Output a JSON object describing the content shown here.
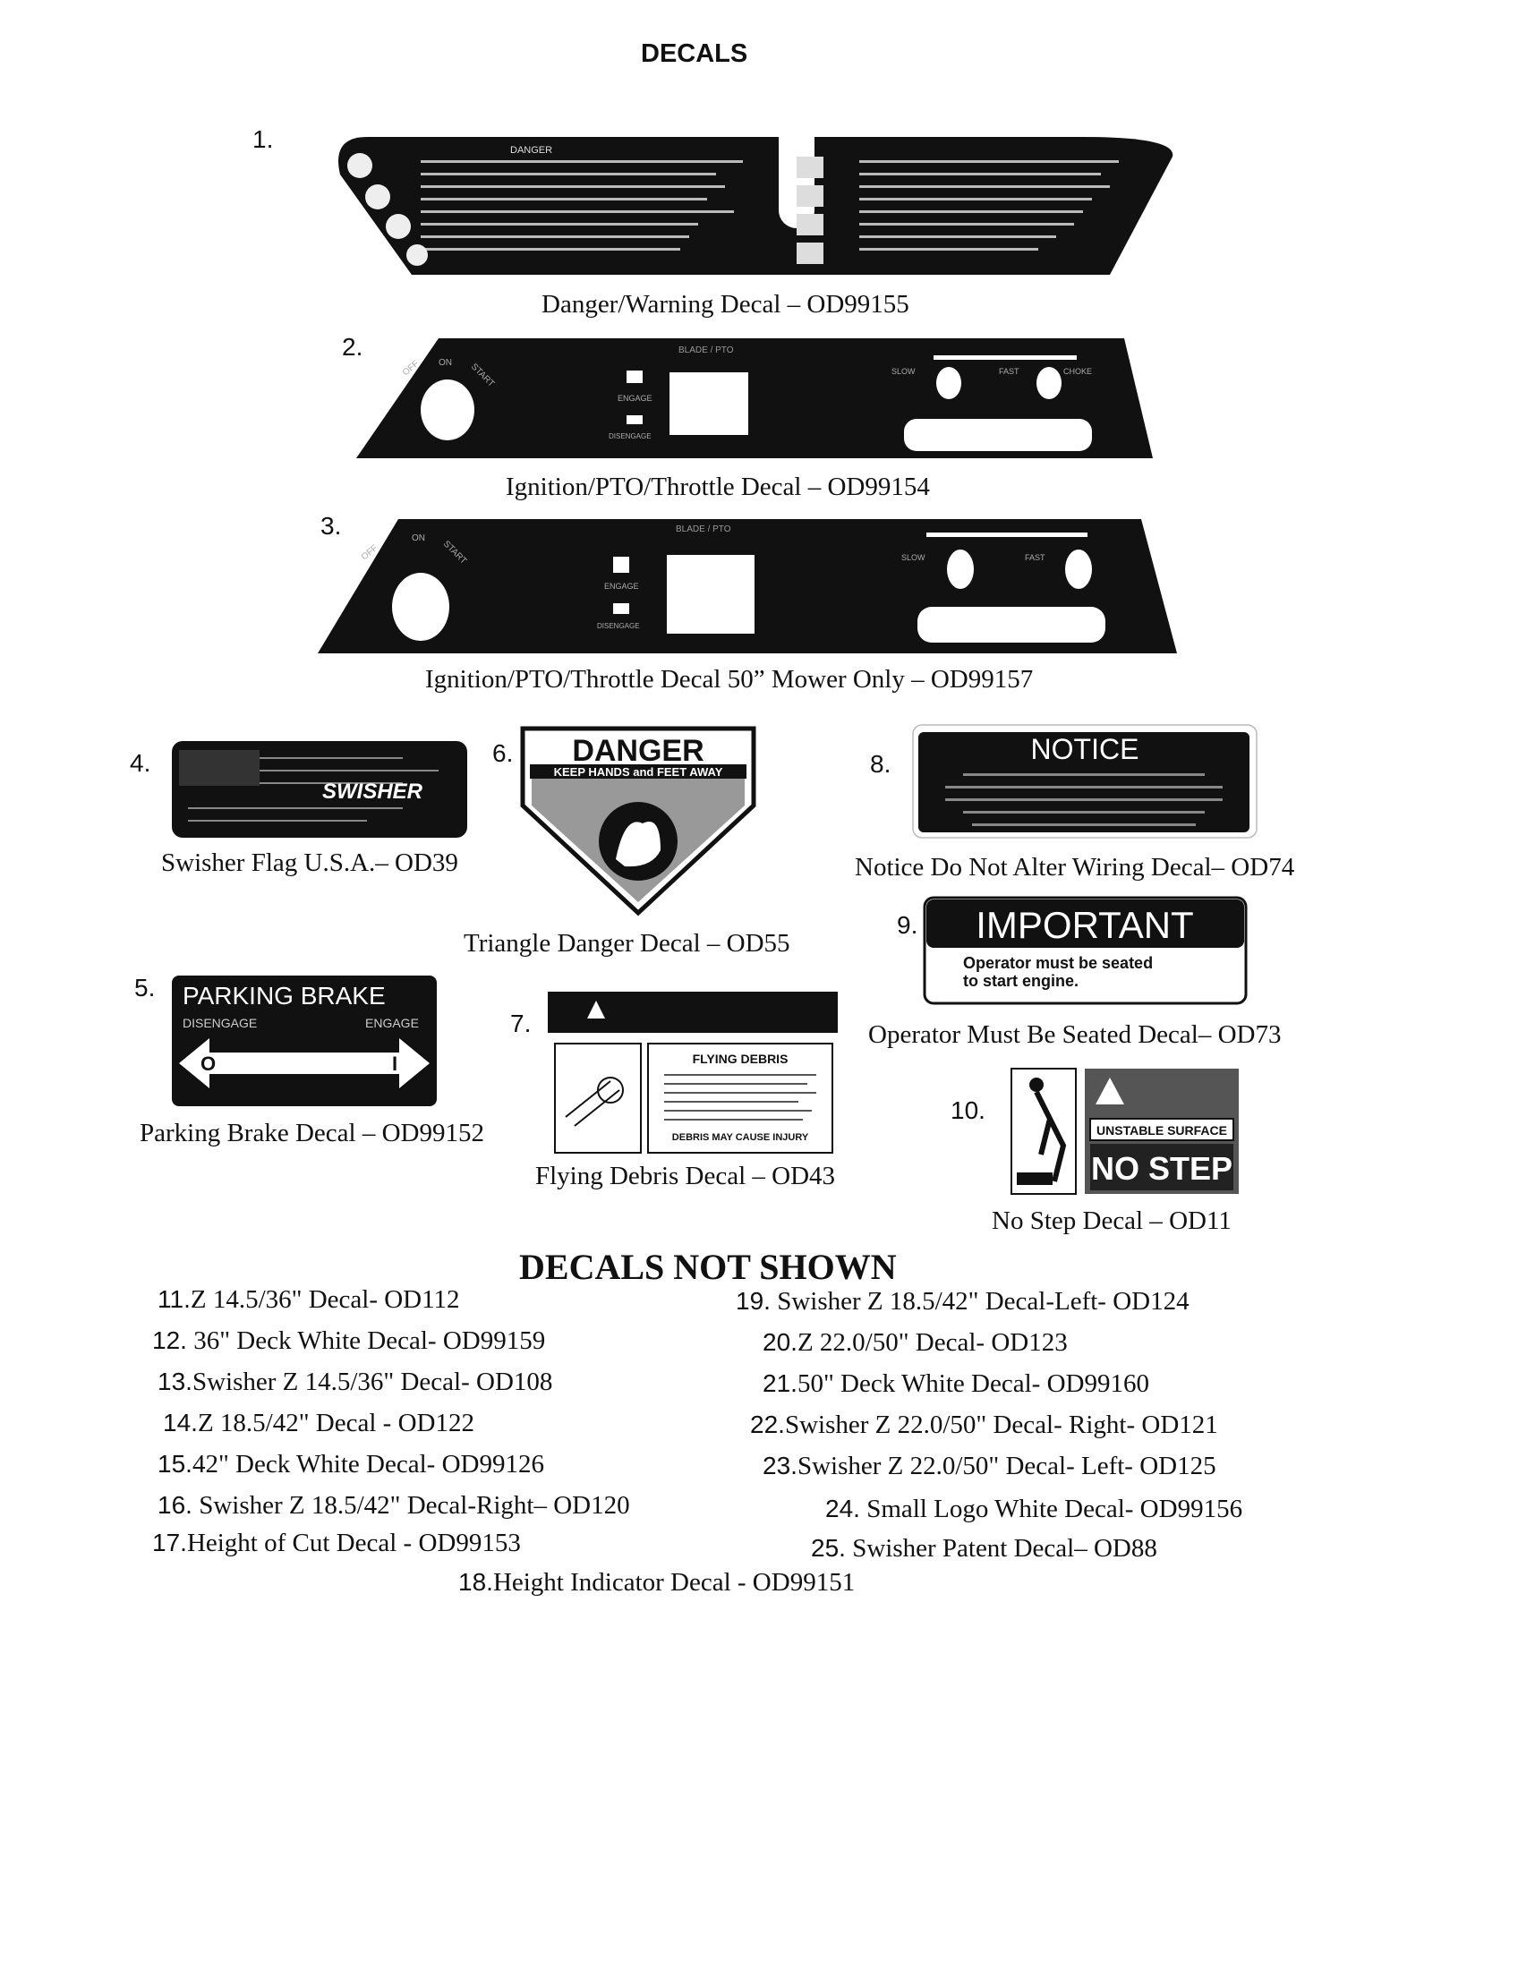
{
  "page_title": "DECALS",
  "figures": [
    {
      "num": "1.",
      "caption": "Danger/Warning Decal – OD99155",
      "decal_text": "DANGER"
    },
    {
      "num": "2.",
      "caption": "Ignition/PTO/Throttle Decal – OD99154",
      "decal_labels": {
        "off": "OFF",
        "on": "ON",
        "start": "START",
        "pto": "BLADE / PTO",
        "engage": "ENGAGE",
        "disengage": "DISENGAGE",
        "slow": "SLOW",
        "fast": "FAST",
        "choke": "CHOKE"
      }
    },
    {
      "num": "3.",
      "caption": "Ignition/PTO/Throttle Decal 50” Mower Only – OD99157",
      "decal_labels": {
        "off": "OFF",
        "on": "ON",
        "start": "START",
        "pto": "BLADE / PTO",
        "engage": "ENGAGE",
        "disengage": "DISENGAGE",
        "slow": "SLOW",
        "fast": "FAST"
      }
    },
    {
      "num": "4.",
      "caption": "Swisher Flag U.S.A.– OD39",
      "decal_text": "SWISHER"
    },
    {
      "num": "5.",
      "caption": "Parking Brake Decal – OD99152",
      "decal_title": "PARKING BRAKE",
      "left": "DISENGAGE",
      "right": "ENGAGE",
      "left_mark": "O",
      "right_mark": "I"
    },
    {
      "num": "6.",
      "caption": "Triangle Danger Decal – OD55",
      "decal_title": "DANGER",
      "decal_sub": "KEEP HANDS and FEET AWAY"
    },
    {
      "num": "7.",
      "caption": "Flying Debris Decal – OD43",
      "decal_title": "FLYING DEBRIS",
      "decal_footer": "DEBRIS MAY CAUSE INJURY"
    },
    {
      "num": "8.",
      "caption": "Notice Do Not Alter Wiring Decal– OD74",
      "decal_title": "NOTICE"
    },
    {
      "num": "9.",
      "caption": "Operator Must Be Seated Decal– OD73",
      "decal_title": "IMPORTANT",
      "decal_line1": "Operator must be seated",
      "decal_line2": "to start engine."
    },
    {
      "num": "10.",
      "caption": "No Step Decal – OD11",
      "decal_sub": "UNSTABLE SURFACE",
      "decal_title": "NO STEP"
    }
  ],
  "not_shown_title": "DECALS NOT SHOWN",
  "not_shown": [
    {
      "num": "11.",
      "text": "Z 14.5/36\" Decal- OD112"
    },
    {
      "num": "12.",
      "text": "36\" Deck White Decal- OD99159"
    },
    {
      "num": "13.",
      "text": "Swisher Z 14.5/36\" Decal- OD108"
    },
    {
      "num": "14.",
      "text": "Z 18.5/42\" Decal - OD122"
    },
    {
      "num": "15.",
      "text": "42\" Deck White Decal- OD99126"
    },
    {
      "num": "16.",
      "text": "Swisher Z 18.5/42\" Decal-Right– OD120"
    },
    {
      "num": "17.",
      "text": "Height of Cut Decal - OD99153"
    },
    {
      "num": "18.",
      "text": "Height Indicator Decal - OD99151"
    },
    {
      "num": "19.",
      "text": "Swisher Z 18.5/42\" Decal-Left- OD124"
    },
    {
      "num": "20.",
      "text": "Z 22.0/50\" Decal- OD123"
    },
    {
      "num": "21.",
      "text": "50\" Deck White Decal- OD99160"
    },
    {
      "num": "22.",
      "text": "Swisher Z 22.0/50\" Decal- Right- OD121"
    },
    {
      "num": "23.",
      "text": "Swisher Z 22.0/50\" Decal- Left- OD125"
    },
    {
      "num": "24.",
      "text": "Small Logo White Decal- OD99156"
    },
    {
      "num": "25.",
      "text": "Swisher Patent Decal– OD88"
    }
  ]
}
